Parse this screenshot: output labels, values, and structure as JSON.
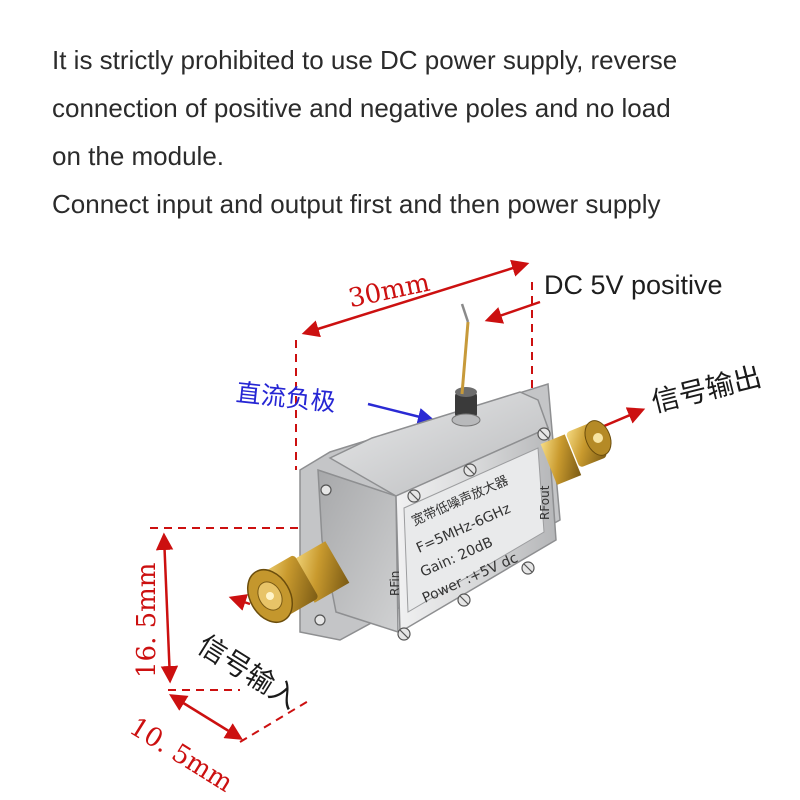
{
  "notice": {
    "line1": "It is strictly prohibited to use DC power supply, reverse",
    "line2": "connection of positive and negative poles and no load",
    "line3": "on the module.",
    "line4": "Connect input and output first and then power supply"
  },
  "labels": {
    "dc_positive": "DC 5V positive",
    "dc_negative": "直流负极",
    "signal_output": "信号输出",
    "signal_input": "信号输入"
  },
  "dimensions": {
    "length": "30mm",
    "height": "16. 5mm",
    "width": "10. 5mm"
  },
  "module": {
    "title": "宽带低噪声放大器",
    "freq": "F=5MHz-6GHz",
    "gain": "Gain: 20dB",
    "power": "Power :+5V dc",
    "rf_in": "RFin",
    "rf_out": "RFout"
  },
  "colors": {
    "dimension_lines": "#cc1010",
    "negative_label": "#2626d4",
    "housing": "#c9cacb"
  }
}
